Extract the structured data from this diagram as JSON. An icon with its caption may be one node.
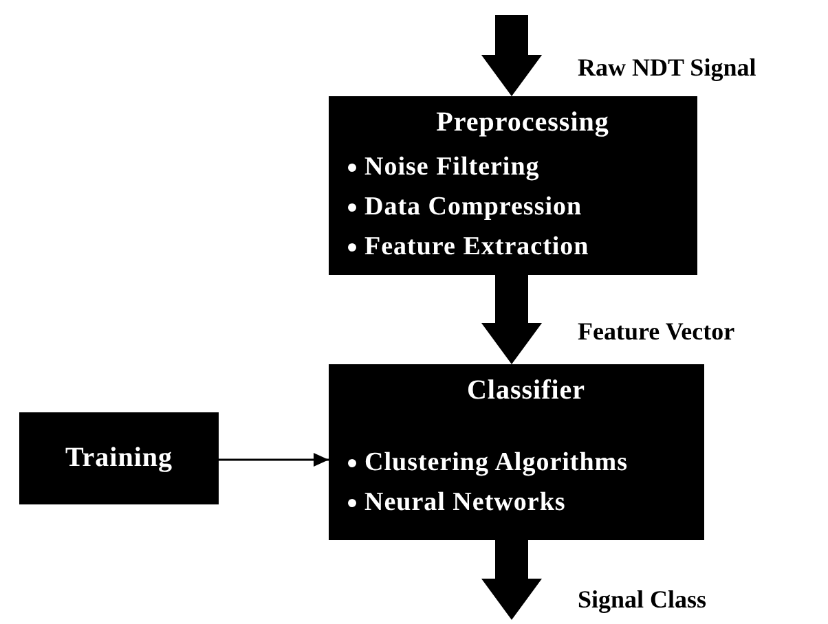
{
  "diagram": {
    "nodes": [
      {
        "text": [
          "Preprocessing",
          "Noise Filtering",
          "Data Compression",
          "Feature Extraction"
        ]
      },
      {
        "text": [
          "Classifier",
          "Clustering Algorithms",
          "Neural Networks"
        ]
      },
      {
        "text": [
          "Training"
        ]
      }
    ],
    "edges": [
      {
        "from": null,
        "to": 0,
        "arrow": "to",
        "label": "Raw NDT Signal",
        "style": "thick"
      },
      {
        "from": 0,
        "to": 1,
        "arrow": "to",
        "label": "Feature Vector",
        "style": "thick"
      },
      {
        "from": 2,
        "to": 1,
        "arrow": "to"
      },
      {
        "from": 1,
        "to": null,
        "arrow": "to",
        "label": "Signal Class",
        "style": "thick"
      }
    ]
  }
}
